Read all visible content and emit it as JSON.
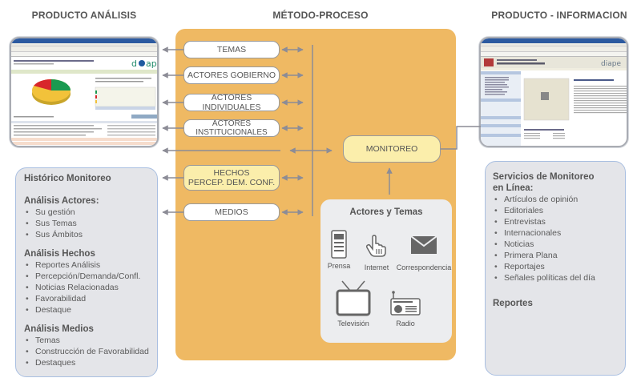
{
  "headers": {
    "left": "PRODUCTO ANÁLISIS",
    "middle": "MÉTODO-PROCESO",
    "right": "PRODUCTO - INFORMACION"
  },
  "method": {
    "items": [
      {
        "label": "TEMAS",
        "style": "white"
      },
      {
        "label": "ACTORES GOBIERNO",
        "style": "white"
      },
      {
        "label": "ACTORES INDIVIDUALES",
        "style": "white"
      },
      {
        "label": "ACTORES INSTITUCIONALES",
        "style": "white"
      },
      {
        "label_line1": "HECHOS",
        "label_line2": "PERCEP. DEM. CONF.",
        "style": "yellow"
      },
      {
        "label": "MEDIOS",
        "style": "white"
      }
    ],
    "monitoreo": "MONITOREO"
  },
  "actores_temas": {
    "title": "Actores y Temas",
    "media": [
      {
        "label": "Prensa",
        "icon": "newspaper-icon"
      },
      {
        "label": "Internet",
        "icon": "hand-pointer-icon"
      },
      {
        "label": "Correspondencia",
        "icon": "envelope-icon"
      },
      {
        "label": "Televisión",
        "icon": "tv-icon"
      },
      {
        "label": "Radio",
        "icon": "radio-icon"
      }
    ]
  },
  "left_panel": {
    "title": "Histórico Monitoreo",
    "sections": [
      {
        "heading": "Análisis Actores:",
        "items": [
          "Su gestión",
          "Sus Temas",
          "Sus Ámbitos"
        ]
      },
      {
        "heading": "Análisis Hechos",
        "items": [
          "Reportes Análisis",
          "Percepción/Demanda/Confl.",
          "Noticias Relacionadas",
          "Favorabilidad",
          "Destaque"
        ]
      },
      {
        "heading": "Análisis Medios",
        "items": [
          "Temas",
          "Construcción de Favorabilidad",
          "Destaques"
        ]
      }
    ]
  },
  "right_panel": {
    "heading_line1": "Servicios de Monitoreo",
    "heading_line2": "en Línea:",
    "items": [
      "Artículos de opinión",
      "Editoriales",
      "Entrevistas",
      "Internacionales",
      "Noticias",
      "Primera Plana",
      "Reportajes",
      "Señales políticas del día"
    ],
    "footer_heading": "Reportes"
  },
  "colors": {
    "method_bg": "#efb963",
    "pill_yellow": "#fbeeab",
    "panel_bg": "#e4e5e9",
    "panel_border": "#a9bfe1",
    "connector": "#8c8c96",
    "pie_green": "#1a9a50",
    "pie_red": "#d8262b",
    "pie_yellow": "#f2c23a"
  }
}
